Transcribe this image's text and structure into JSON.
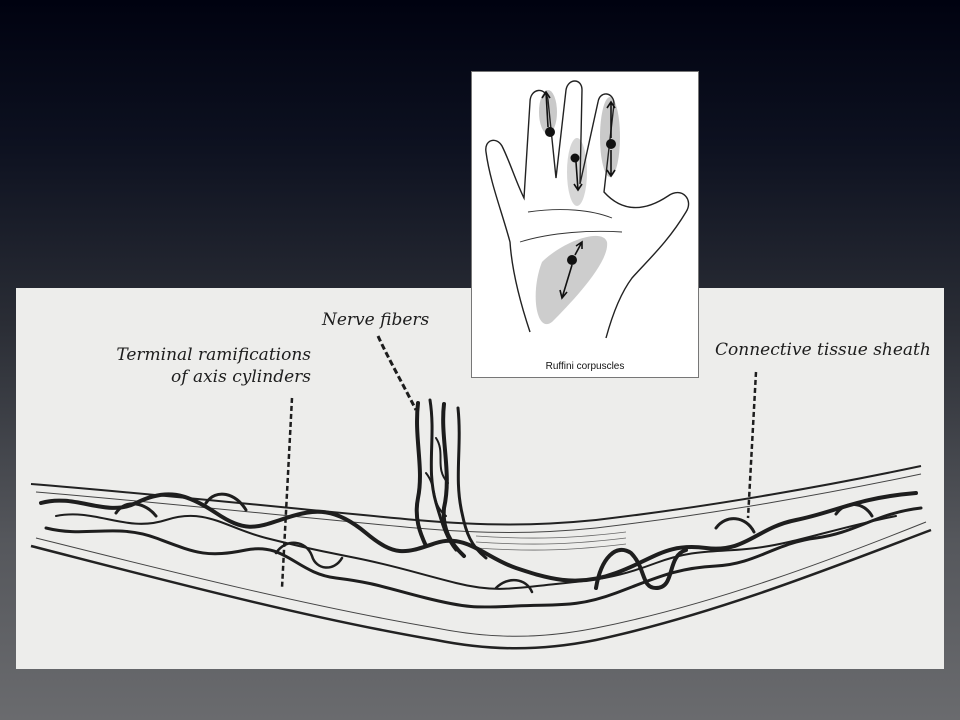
{
  "colors": {
    "background_top": "#000210",
    "background_bottom": "#6a6b6e",
    "engraving_paper": "#ededeb",
    "ink": "#1d1d1d"
  },
  "engraving": {
    "labels": {
      "terminal_line1": "Terminal ramifications",
      "terminal_line2": "of axis cylinders",
      "nerve_fibers": "Nerve fibers",
      "sheath": "Connective tissue sheath"
    }
  },
  "hand_inset": {
    "caption": "Ruffini corpuscles"
  }
}
